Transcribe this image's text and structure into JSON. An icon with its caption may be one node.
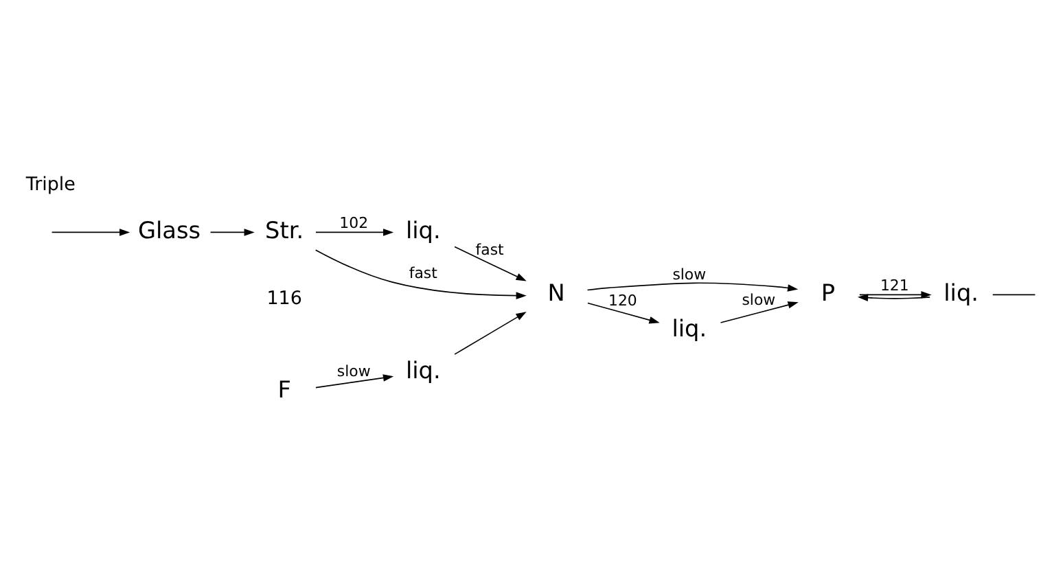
{
  "diagram": {
    "nodes": [
      {
        "text": [
          "F"
        ]
      },
      {
        "text": [
          "liq."
        ]
      },
      {
        "text": [
          "Glass"
        ]
      },
      {
        "text": [
          "Str."
        ]
      },
      {
        "text": [
          "N"
        ]
      },
      {
        "text": [
          "P"
        ]
      },
      {
        "text": [
          "liq."
        ]
      },
      {
        "text": [
          "liq."
        ]
      },
      {
        "text": [
          "liq."
        ]
      }
    ],
    "edges": [
      {
        "from": null,
        "to": 2,
        "arrow": "to"
      },
      {
        "from": 2,
        "to": 3,
        "arrow": "to"
      },
      {
        "from": 0,
        "to": 1,
        "arrow": "to",
        "label": "slow"
      },
      {
        "from": 1,
        "to": 4,
        "arrow": "to"
      },
      {
        "from": 3,
        "to": 4,
        "arrow": "to",
        "label": "fast"
      },
      {
        "from": 3,
        "to": 7,
        "arrow": "to",
        "label": "102"
      },
      {
        "from": 7,
        "to": 4,
        "arrow": "to",
        "label": "fast"
      },
      {
        "from": 4,
        "to": 5,
        "arrow": "to",
        "label": "slow"
      },
      {
        "from": 4,
        "to": 8,
        "arrow": "to",
        "label": "120"
      },
      {
        "from": 8,
        "to": 5,
        "arrow": "to",
        "label": "slow"
      },
      {
        "from": 5,
        "to": 6,
        "arrow": "to",
        "label": "121"
      },
      {
        "from": 6,
        "to": 5,
        "arrow": "to"
      },
      {
        "from": 6,
        "to": null,
        "arrow": "none"
      }
    ],
    "labels": [
      "116",
      "Triple"
    ]
  }
}
